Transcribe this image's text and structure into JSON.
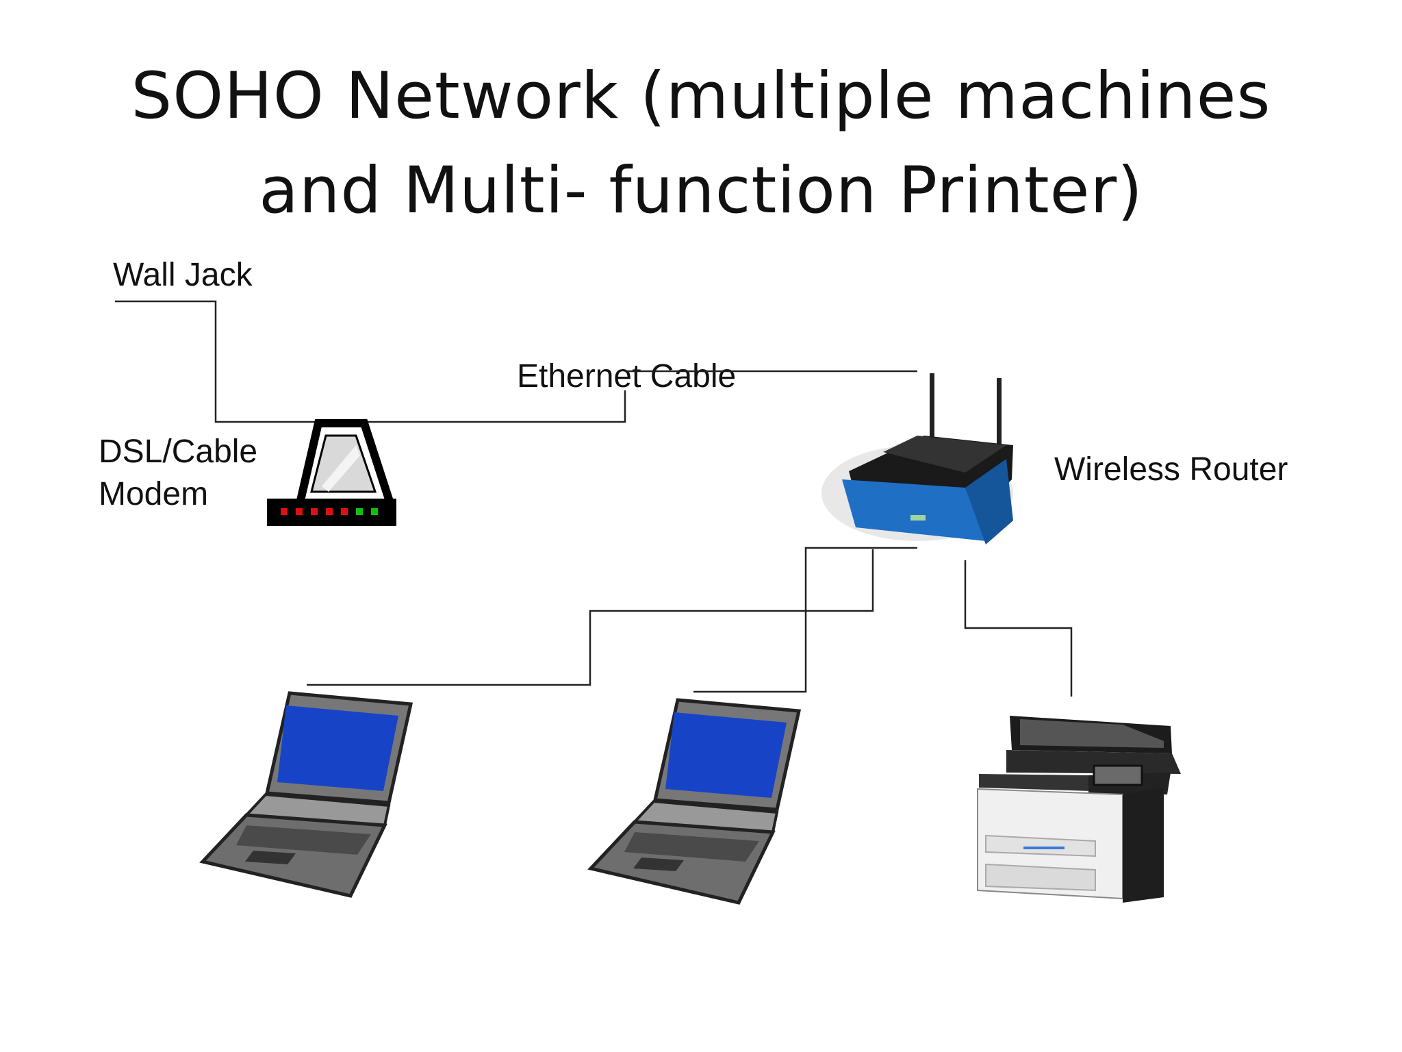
{
  "slide": {
    "title_line1": "SOHO Network (multiple machines",
    "title_line2": "and Multi- function Printer)"
  },
  "labels": {
    "wall_jack": "Wall Jack",
    "ethernet_cable": "Ethernet Cable",
    "modem_line1": "DSL/Cable",
    "modem_line2": "Modem",
    "router": "Wireless Router"
  },
  "devices": {
    "modem_icon": "dsl-cable-modem-icon",
    "router_icon": "wireless-router-icon",
    "laptop_icon": "laptop-icon",
    "printer_icon": "multi-function-printer-icon"
  },
  "colors": {
    "text": "#111111",
    "line": "#222222",
    "router_blue": "#1f6fc4",
    "laptop_screen": "#1744c7",
    "modem_led_red": "#e01010",
    "modem_led_green": "#10c010"
  }
}
